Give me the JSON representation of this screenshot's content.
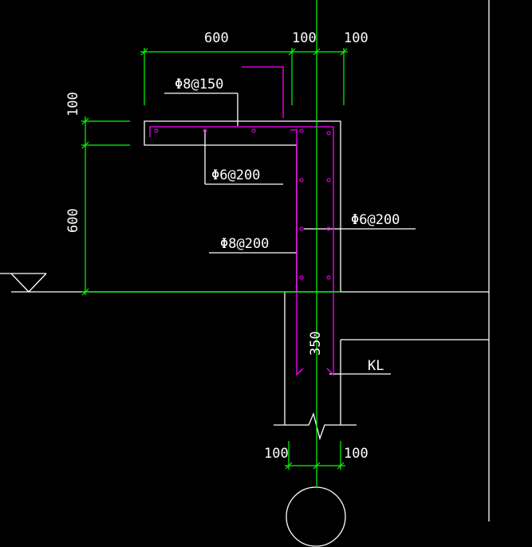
{
  "colors": {
    "background": "#000000",
    "outline": "#ffffff",
    "dimension": "#00ff00",
    "rebar": "#ff00ff",
    "text": "#ffffff"
  },
  "dimensions": {
    "top_width": "600",
    "top_gap": "100",
    "top_right": "100",
    "slab_thickness": "100",
    "upright_height": "600",
    "wall_depth": "350",
    "bottom_left": "100",
    "bottom_right": "100"
  },
  "labels": {
    "top_rebar": "Φ8@150",
    "slab_dist": "Φ6@200",
    "wall_dist": "Φ6@200",
    "wall_main": "Φ8@200",
    "beam": "KL"
  },
  "icons": {
    "level_marker": "elevation-triangle-icon",
    "break_line": "break-line-icon",
    "pile": "pile-circle-icon"
  }
}
